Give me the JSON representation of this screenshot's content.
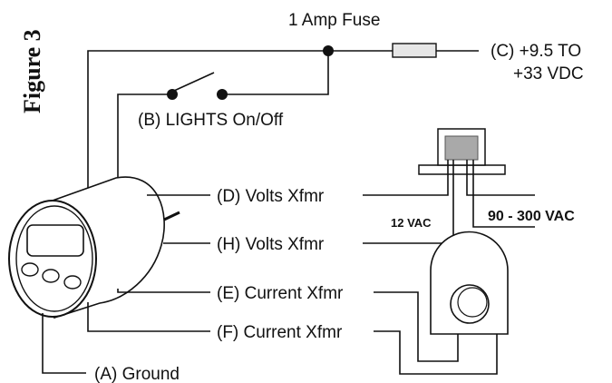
{
  "figure_label": "Figure 3",
  "fuse_label": "1 Amp Fuse",
  "supply_label_line1": "(C) +9.5 TO",
  "supply_label_line2": "+33 VDC",
  "switch_label": "(B) LIGHTS On/Off",
  "volts_d_label": "(D) Volts Xfmr",
  "volts_h_label": "(H) Volts Xfmr",
  "current_e_label": "(E) Current Xfmr",
  "current_f_label": "(F) Current Xfmr",
  "ground_label": "(A) Ground",
  "low_voltage_label": "12 VAC",
  "high_voltage_label": "90 - 300 VAC"
}
